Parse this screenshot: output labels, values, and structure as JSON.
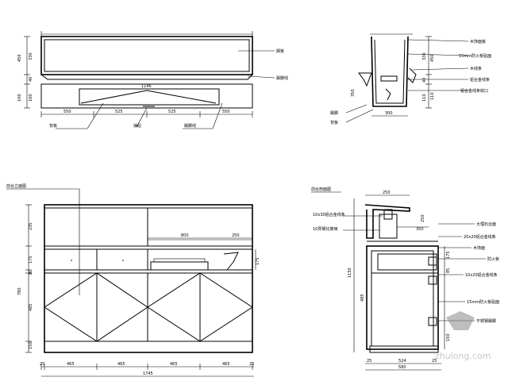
{
  "top_elevation": {
    "dims_horizontal": [
      "550",
      "525",
      "525",
      "550"
    ],
    "dim_total": "1146",
    "dims_vertical_left": [
      "450",
      "330",
      "40",
      "100",
      "100"
    ],
    "labels": [
      "搁板",
      "踢脚线",
      "背板",
      "抽屉"
    ]
  },
  "top_section": {
    "dims_vertical_right": [
      "450",
      "330",
      "40",
      "110",
      "110"
    ],
    "dim_bottom": "300",
    "dim_left": "350",
    "labels": [
      "木饰面板",
      "15mm防火板贴面",
      "木线条",
      "铝合金线条",
      "铝合金线条收口",
      "踢脚",
      "背板"
    ]
  },
  "bottom_elevation": {
    "title": "前台立面图",
    "dims_horizontal": [
      "25",
      "465",
      "465",
      "465",
      "465",
      "25"
    ],
    "dim_total": "1745",
    "dims_inner_top": [
      "800",
      "250"
    ],
    "dims_vertical_left": [
      "780",
      "235",
      "175",
      "30",
      "485",
      "150"
    ],
    "dim_right": "175"
  },
  "bottom_section": {
    "title": "前台剖面图",
    "dims_top": [
      "250"
    ],
    "dim_inner": "350",
    "dims_bottom": [
      "25",
      "524",
      "25"
    ],
    "dim_bottom_total": "580",
    "dim_vertical": "1150",
    "dims_vertical_inner": [
      "485",
      "250",
      "175",
      "85",
      "150"
    ],
    "labels": [
      "10x30铝合金线条",
      "10厚钢化玻璃",
      "大理石台面",
      "20x20铝合金线条",
      "木饰面",
      "防火板",
      "10x20铝合金线条",
      "15mm防火板贴面",
      "不锈钢踢脚"
    ]
  },
  "watermark": "zhulong.com"
}
